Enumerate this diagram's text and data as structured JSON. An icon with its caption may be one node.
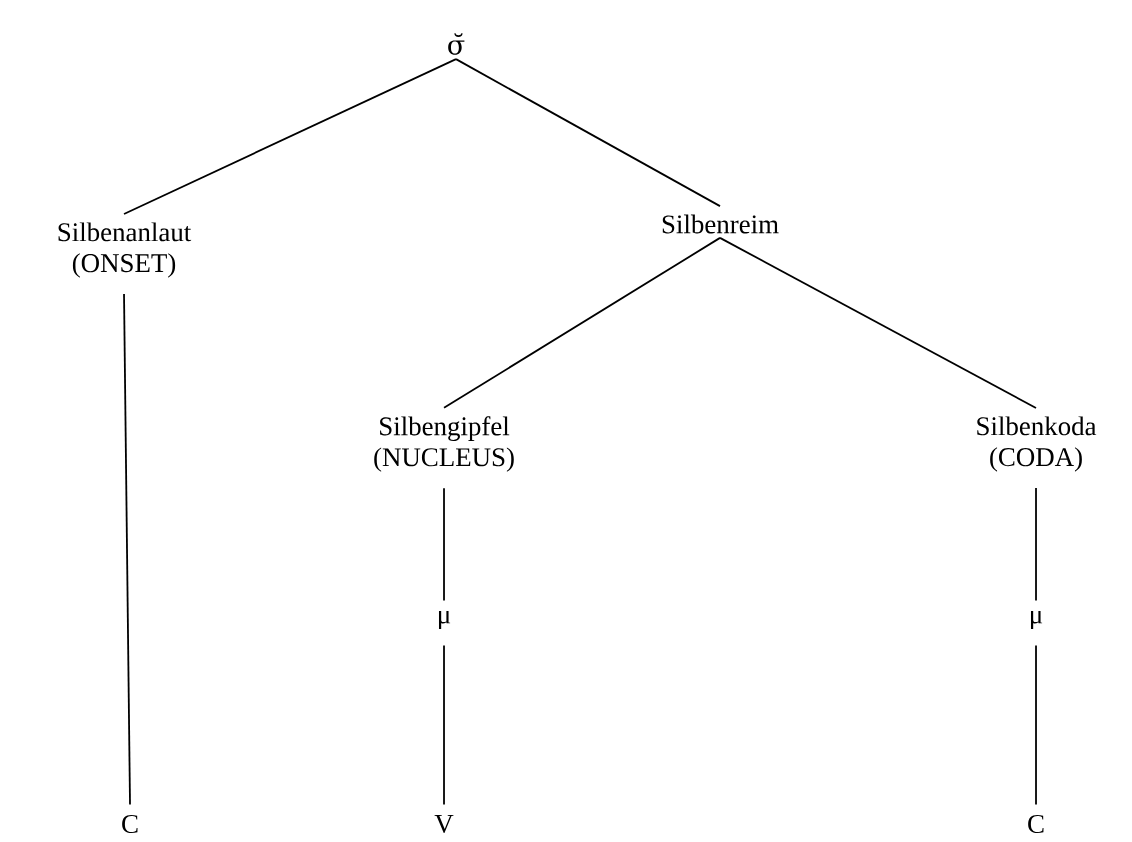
{
  "diagram": {
    "nodes": [
      {
        "text": [
          "σ̆"
        ]
      },
      {
        "text": [
          "Silbenanlaut",
          "(ONSET)"
        ]
      },
      {
        "text": [
          "Silbenreim"
        ]
      },
      {
        "text": [
          "Silbengipfel",
          "(NUCLEUS)"
        ]
      },
      {
        "text": [
          "Silbenkoda",
          "(CODA)"
        ]
      },
      {
        "text": [
          "μ"
        ]
      },
      {
        "text": [
          "μ"
        ]
      },
      {
        "text": [
          "C"
        ]
      },
      {
        "text": [
          "V"
        ]
      },
      {
        "text": [
          "C"
        ]
      }
    ],
    "edges": [
      {
        "from": 0,
        "to": 1,
        "arrow": "none"
      },
      {
        "from": 0,
        "to": 2,
        "arrow": "none"
      },
      {
        "from": 2,
        "to": 3,
        "arrow": "none"
      },
      {
        "from": 2,
        "to": 4,
        "arrow": "none"
      },
      {
        "from": 1,
        "to": 7,
        "arrow": "none"
      },
      {
        "from": 3,
        "to": 5,
        "arrow": "none"
      },
      {
        "from": 5,
        "to": 8,
        "arrow": "none"
      },
      {
        "from": 4,
        "to": 6,
        "arrow": "none"
      },
      {
        "from": 6,
        "to": 9,
        "arrow": "none"
      }
    ]
  }
}
